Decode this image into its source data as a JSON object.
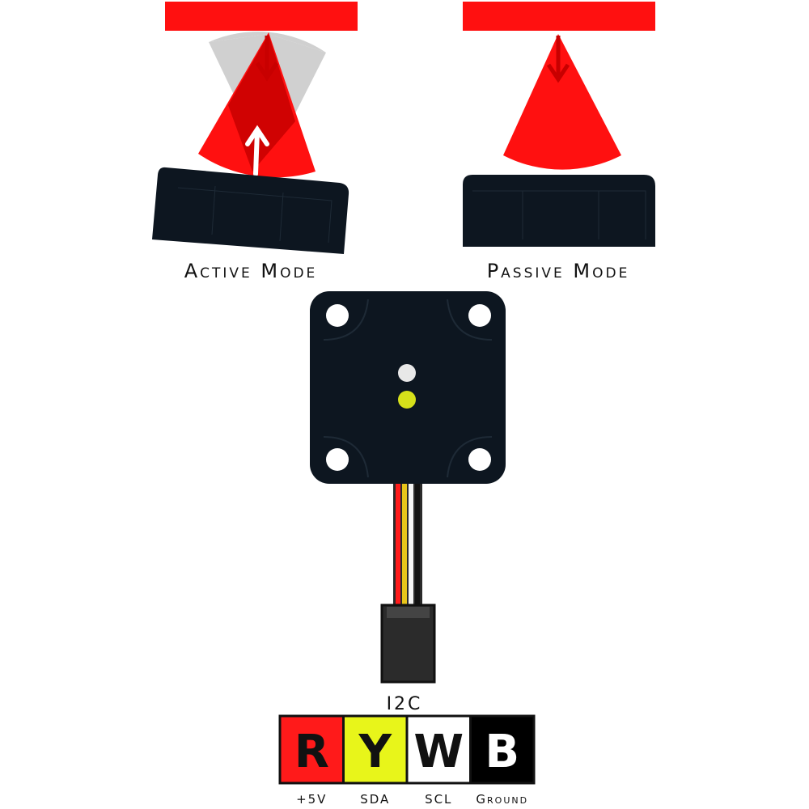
{
  "modes": {
    "active_label": "Active Mode",
    "passive_label": "Passive Mode"
  },
  "connector": {
    "protocol_label": "I2C",
    "pins": [
      {
        "letter": "R",
        "function": "+5V",
        "color": "#ff1a1a",
        "text_color": "#111111"
      },
      {
        "letter": "Y",
        "function": "SDA",
        "color": "#e8f51a",
        "text_color": "#111111"
      },
      {
        "letter": "W",
        "function": "SCL",
        "color": "#ffffff",
        "text_color": "#111111"
      },
      {
        "letter": "B",
        "function": "Ground",
        "color": "#000000",
        "text_color": "#ffffff"
      }
    ]
  },
  "colors": {
    "beam": "#ff1010",
    "board": "#0d1620",
    "led_white": "#e8e8e8",
    "led_yellow": "#d6e01a"
  }
}
